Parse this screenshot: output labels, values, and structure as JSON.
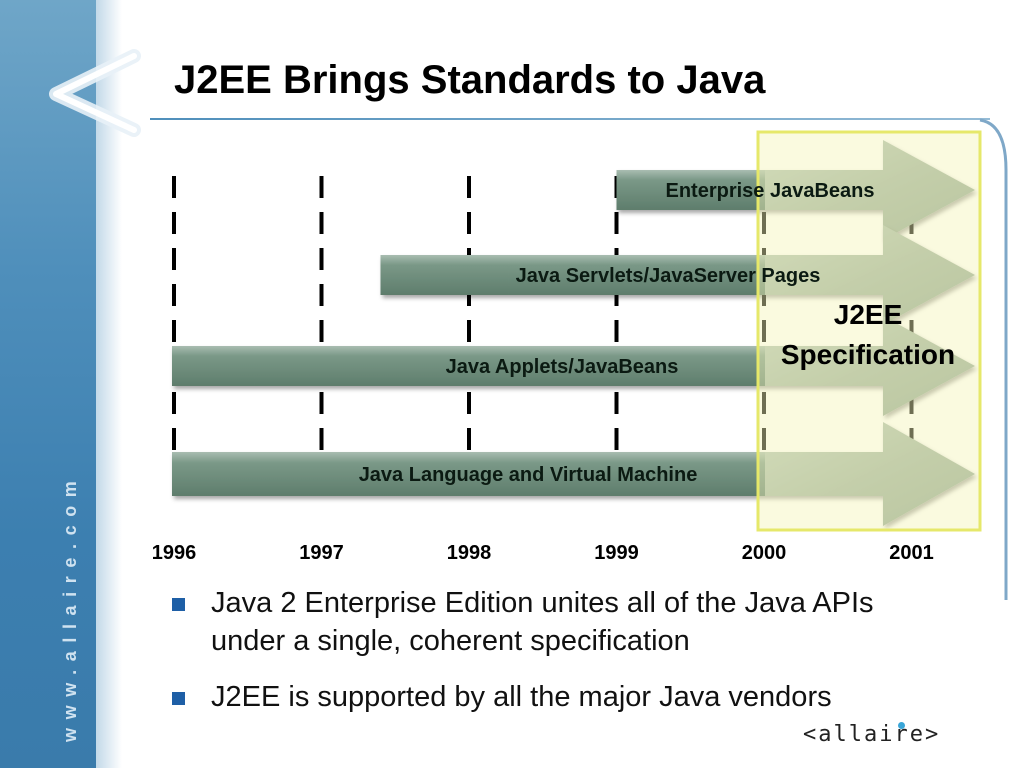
{
  "slide": {
    "title": "J2EE Brings Standards to Java",
    "sidebar_url": "www.allaire.com",
    "footer_logo": "<allaire>"
  },
  "timeline": {
    "years": [
      "1996",
      "1997",
      "1998",
      "1999",
      "2000",
      "2001"
    ],
    "bars": [
      {
        "label": "Enterprise JavaBeans",
        "start": 1999,
        "end": 2001
      },
      {
        "label": "Java Servlets/JavaServer Pages",
        "start": 1997.4,
        "end": 2001
      },
      {
        "label": "Java Applets/JavaBeans",
        "start": 1996,
        "end": 2001
      },
      {
        "label": "Java Language and Virtual Machine",
        "start": 1996,
        "end": 2001
      }
    ],
    "highlight": {
      "line1": "J2EE",
      "line2": "Specification"
    }
  },
  "bullets": [
    "Java 2 Enterprise Edition unites all of the Java APIs under a single, coherent specification",
    "J2EE is supported by all the major Java vendors"
  ],
  "colors": {
    "bar_fill": "#6b8a78",
    "bar_text": "#0b1a12",
    "highlight_fill": "#f3f5b8",
    "highlight_border": "#e6e86a",
    "bullet": "#1e5fa6",
    "sidebar": "#4f8fbb"
  }
}
